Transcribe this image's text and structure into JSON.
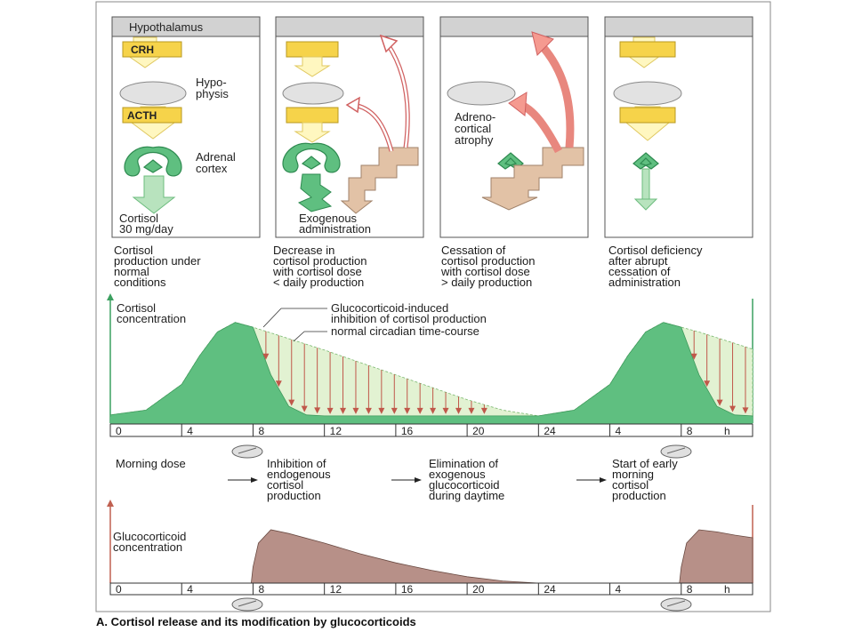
{
  "panels": [
    {
      "header": "Hypothalamus",
      "hormone1": "CRH",
      "gland": "Hypo-\nphysis",
      "hormone2": "ACTH",
      "organ": "Adrenal\ncortex",
      "output": "Cortisol\n30 mg/day",
      "caption": "Cortisol\nproduction under\nnormal\nconditions"
    },
    {
      "header": "",
      "output": "Exogenous\nadministration",
      "caption": "Decrease in\ncortisol production\nwith cortisol dose\n< daily production"
    },
    {
      "header": "",
      "organ": "Adreno-\ncortical\natrophy",
      "caption": "Cessation of\ncortisol production\nwith cortisol dose\n> daily production"
    },
    {
      "header": "",
      "caption": "Cortisol deficiency\nafter abrupt\ncessation of\nadministration"
    }
  ],
  "cortisol_chart": {
    "ylabel": "Cortisol\nconcentration",
    "legend_inhibition": "Glucocorticoid-induced\ninhibition of cortisol production",
    "legend_circadian": "normal circadian time-course",
    "ticks": [
      "0",
      "4",
      "8",
      "12",
      "16",
      "20",
      "24",
      "4",
      "8"
    ],
    "unit": "h",
    "colors": {
      "endogenous": "#5fbf80",
      "circadian": "#e2f2d2",
      "inhibition": "#c0584a",
      "axis": "#3ca060"
    }
  },
  "timeline": {
    "morning_dose": "Morning dose",
    "steps": [
      "Inhibition of\nendogenous\ncortisol\nproduction",
      "Elimination of\nexogenous\nglucocorticoid\nduring daytime",
      "Start of early\nmorning\ncortisol\nproduction"
    ]
  },
  "glucocorticoid_chart": {
    "ylabel": "Glucocorticoid\nconcentration",
    "ticks": [
      "0",
      "4",
      "8",
      "12",
      "16",
      "20",
      "24",
      "4",
      "8"
    ],
    "unit": "h",
    "colors": {
      "fill": "#b79088",
      "axis": "#c06050"
    }
  },
  "chart_data": [
    {
      "type": "area",
      "ylabel": "Cortisol\nconcentration",
      "x": [
        0,
        2,
        4,
        5,
        6,
        7,
        8,
        9,
        10,
        11,
        12,
        14,
        16,
        18,
        20,
        22,
        24,
        26,
        28,
        29,
        30,
        31,
        32,
        33,
        34,
        35,
        36
      ],
      "series": [
        {
          "name": "",
          "values": [
            0.03,
            0.08,
            0.35,
            0.65,
            0.9,
            1.0,
            0.95,
            0.45,
            0.12,
            0.03,
            0.02,
            0.02,
            0.02,
            0.02,
            0.02,
            0.02,
            0.02,
            0.08,
            0.35,
            0.65,
            0.9,
            1.0,
            0.95,
            0.45,
            0.12,
            0.03,
            0.02
          ]
        },
        {
          "name": "normal circadian time-course",
          "values": [
            0.03,
            0.08,
            0.35,
            0.65,
            0.9,
            1.0,
            0.95,
            0.89,
            0.83,
            0.77,
            0.71,
            0.58,
            0.45,
            0.32,
            0.19,
            0.08,
            0.02,
            0.08,
            0.35,
            0.65,
            0.9,
            1.0,
            0.95,
            0.9,
            0.84,
            0.78,
            0.72
          ]
        }
      ],
      "ylim": [
        0,
        1.1
      ],
      "xlim": [
        0,
        36
      ]
    },
    {
      "type": "area",
      "ylabel": "Glucocorticoid\nconcentration",
      "x": [
        0,
        7.9,
        8,
        8.3,
        9,
        10,
        12,
        14,
        16,
        18,
        20,
        22,
        24,
        26,
        28,
        31.9,
        32,
        32.3,
        33,
        34,
        35,
        36
      ],
      "series": [
        {
          "name": "",
          "values": [
            0,
            0,
            0.3,
            0.75,
            1.0,
            0.93,
            0.75,
            0.55,
            0.38,
            0.24,
            0.12,
            0.04,
            0,
            0,
            0,
            0,
            0.3,
            0.75,
            1.0,
            0.96,
            0.9,
            0.85
          ]
        }
      ],
      "ylim": [
        0,
        1.1
      ],
      "xlim": [
        0,
        36
      ]
    }
  ]
}
